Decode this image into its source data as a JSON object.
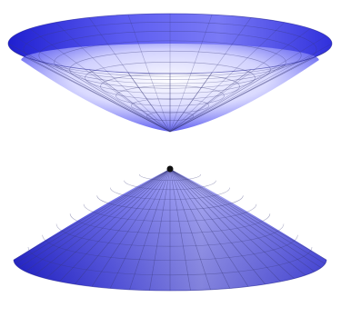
{
  "figure": {
    "description_text": "",
    "surfaces": [
      {
        "id": "upper-nappe",
        "orientation": "opens-up",
        "meridians": 24,
        "rings": 9
      },
      {
        "id": "lower-nappe",
        "orientation": "opens-down",
        "meridians": 24,
        "rings": 9
      }
    ],
    "colors": {
      "shade_dark": "#2222d8",
      "shade_mid": "#6c6cf0",
      "shade_light": "#dcdcff",
      "grid_line": "#3a3a7a",
      "background": "#ffffff",
      "apex_dot": "#101010"
    }
  }
}
